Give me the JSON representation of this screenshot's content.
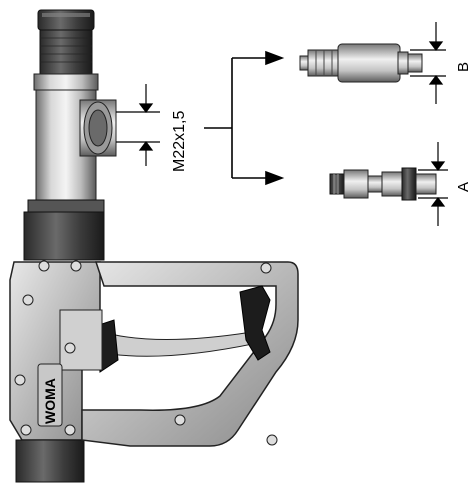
{
  "thread_label": "M22x1,5",
  "variant_b_label": "B",
  "variant_a_label": "A",
  "brand_text": "WOMA"
}
